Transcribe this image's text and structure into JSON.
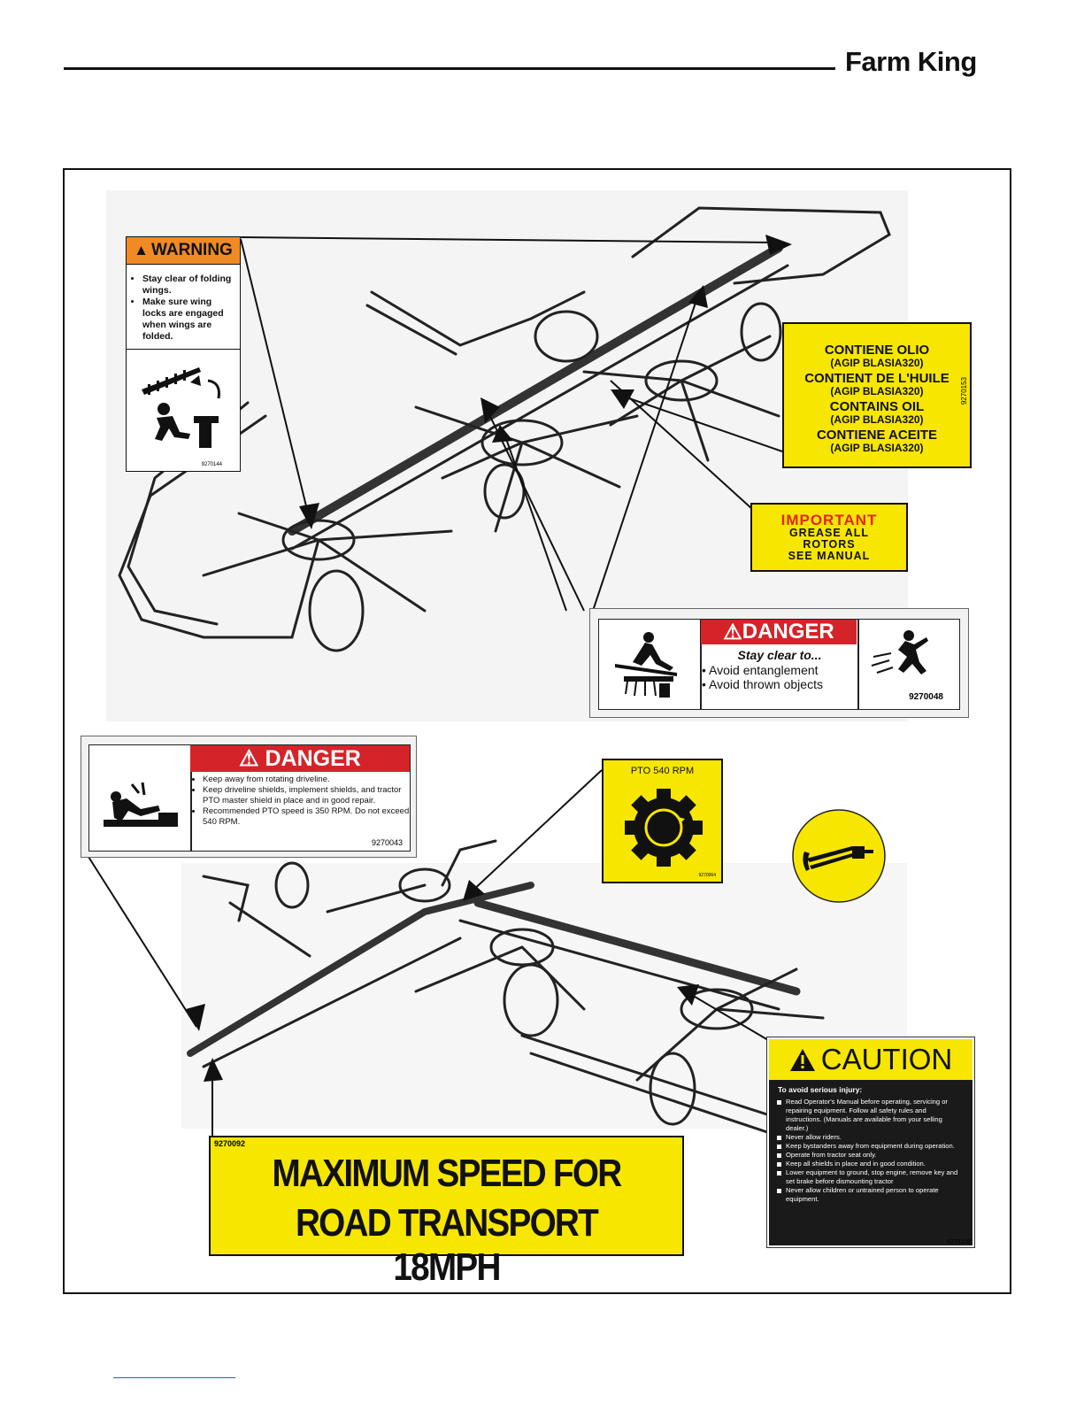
{
  "header": {
    "brand": "Farm King"
  },
  "decals": {
    "warning": {
      "title": "WARNING",
      "items": [
        "Stay clear of folding wings.",
        "Make sure wing locks are engaged when wings are folded."
      ],
      "part": "9270144"
    },
    "oil": {
      "lines": [
        "CONTIENE OLIO",
        "(AGIP BLASIA320)",
        "CONTIENT DE L'HUILE",
        "(AGIP BLASIA320)",
        "CONTAINS OIL",
        "(AGIP BLASIA320)",
        "CONTIENE ACEITE",
        "(AGIP BLASIA320)"
      ],
      "part": "9270153"
    },
    "important": {
      "title": "IMPORTANT",
      "lines": [
        "GREASE ALL",
        "ROTORS",
        "SEE MANUAL"
      ]
    },
    "danger_thrown": {
      "title": "DANGER",
      "lead": "Stay clear to...",
      "items": [
        "Avoid entanglement",
        "Avoid thrown objects"
      ],
      "part": "9270048"
    },
    "danger_driveline": {
      "title": "DANGER",
      "items": [
        "Keep away from rotating driveline.",
        "Keep driveline shields, implement shields, and tractor PTO master shield in place and in good repair.",
        "Recommended PTO speed is 350 RPM. Do not exceed 540 RPM."
      ],
      "part": "9270043"
    },
    "pto": {
      "title": "PTO 540 RPM",
      "part": "9270064"
    },
    "caution": {
      "title": "CAUTION",
      "lead": "To avoid serious injury:",
      "items": [
        "Read Operator's Manual before operating, servicing or repairing equipment. Follow all safety rules and instructions. (Manuals are available from your selling dealer.)",
        "Never allow riders.",
        "Keep bystanders away from equipment during operation.",
        "Operate from tractor seat only.",
        "Keep all shields in place and in good condition.",
        "Lower equipment to ground, stop engine, remove key and set brake before dismounting tractor",
        "Never allow children or untrained person to operate equipment."
      ],
      "part": "9270109"
    },
    "speed": {
      "part": "9270092",
      "line1": "MAXIMUM SPEED FOR",
      "line2": "ROAD TRANSPORT 18MPH"
    }
  },
  "colors": {
    "yellow": "#f7e600",
    "danger_red": "#d4242a",
    "warning_orange": "#f08a24"
  },
  "icons": [
    "warning-triangle-icon",
    "crush-hazard-icon",
    "entanglement-hazard-icon",
    "thrown-object-icon",
    "driveline-entanglement-icon",
    "pto-gear-icon",
    "grease-gun-icon"
  ]
}
